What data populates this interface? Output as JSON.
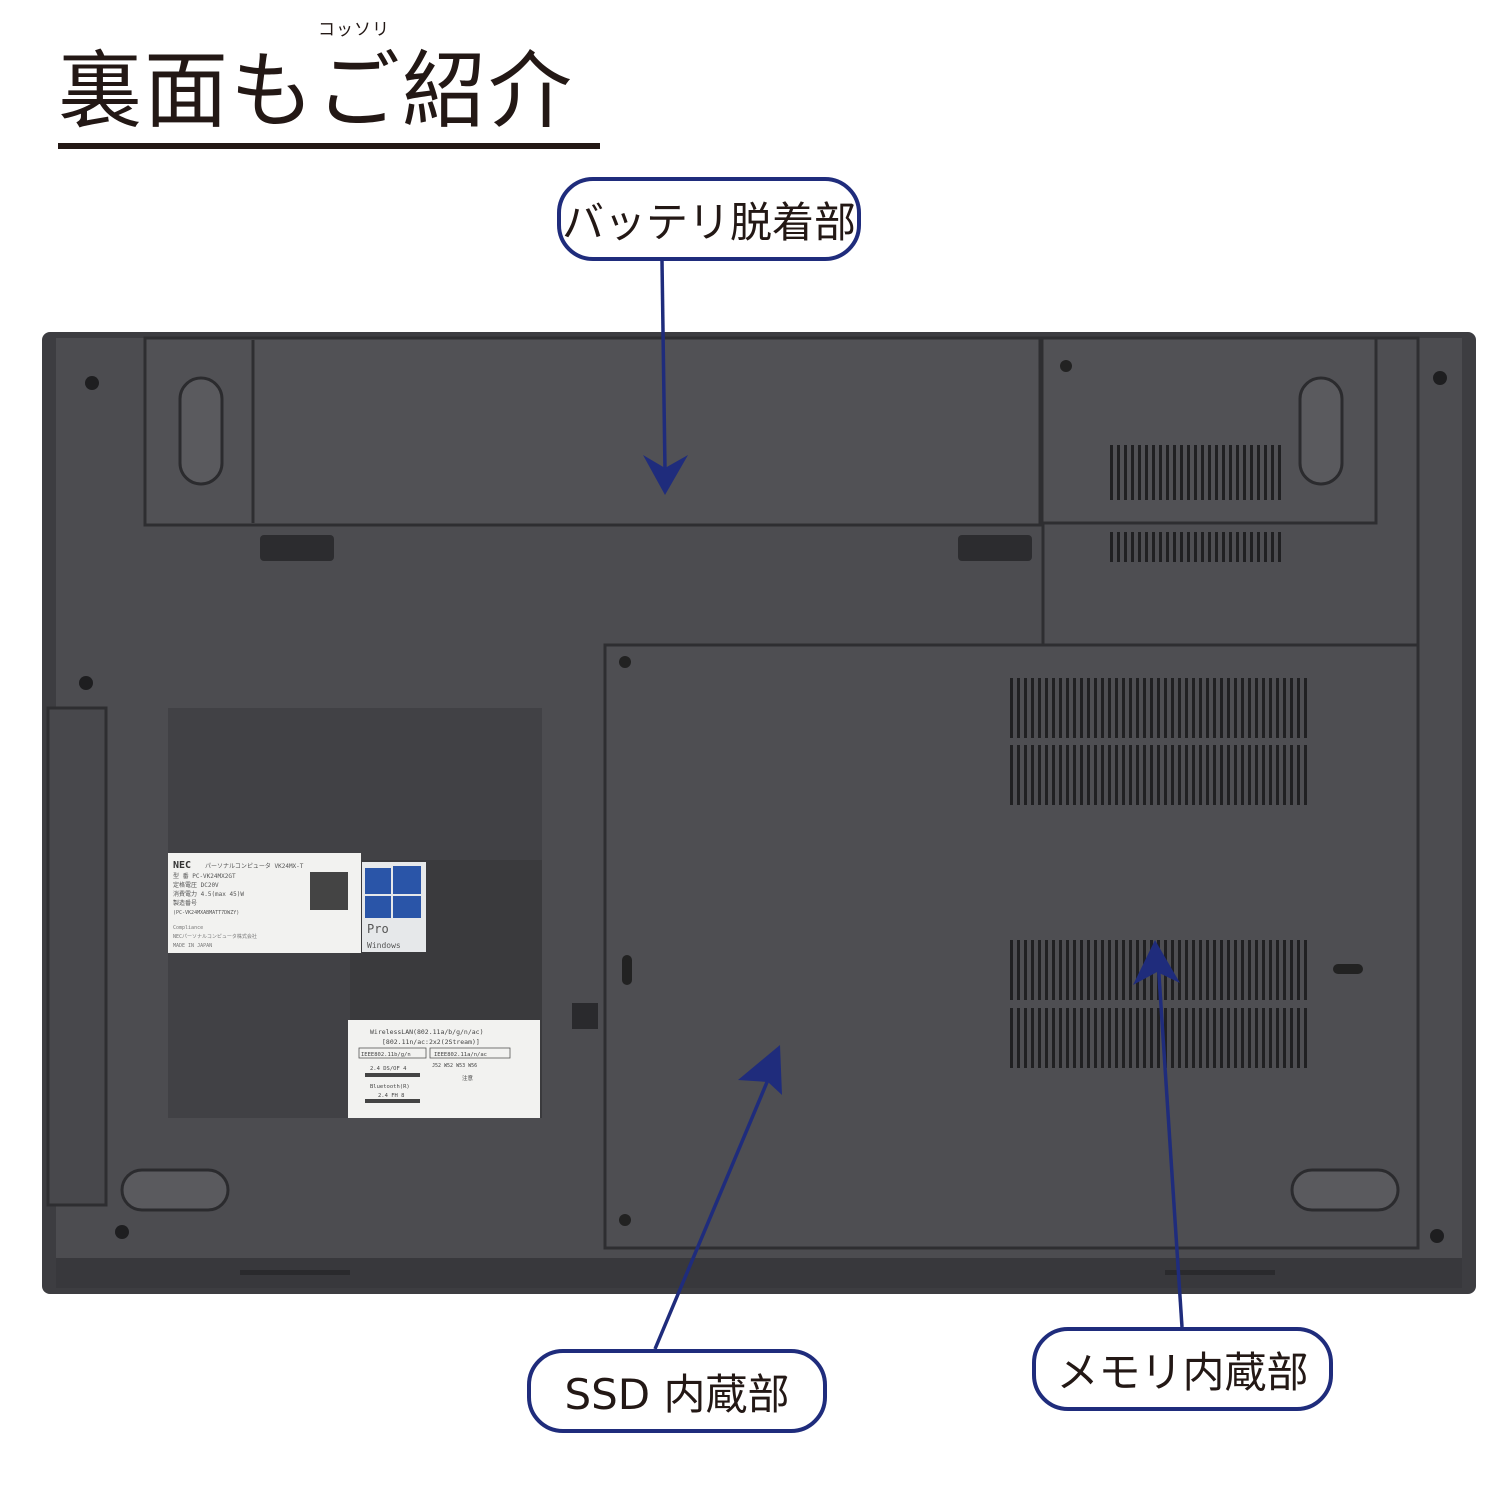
{
  "title": {
    "text": "裏面もご紹介",
    "ruby": "コッソリ"
  },
  "callouts": {
    "battery": "バッテリ脱着部",
    "ssd": "SSD 内蔵部",
    "memory": "メモリ内蔵部"
  },
  "colors": {
    "accent": "#1f2c7c",
    "body": "#4a4a4e",
    "title": "#231815"
  },
  "sticker_main": {
    "brand": "NEC",
    "line1": "パーソナルコンピュータ VK24MX-T",
    "line2": "型 番 PC-VK24MX2GT",
    "line3": "定格電圧 DC20V",
    "line4": "消費電力 4.5(max 45)W",
    "line5": "製造番号",
    "line6": "(PC-VK24MXABMATT7DWZY)",
    "line7": "Compliance",
    "line8": "NECパーソナルコンピュータ株式会社",
    "line9": "MADE IN JAPAN"
  },
  "windows_badge": {
    "line1": "Pro",
    "line2": "Windows"
  },
  "sticker_wlan": {
    "line1": "WirelessLAN(802.11a/b/g/n/ac)",
    "line2": "[802.11n/ac:2x2(2Stream)]",
    "cell1": "IEEE802.11b/g/n",
    "cell2": "IEEE802.11a/n/ac",
    "cell3": "2.4 DS/OF 4",
    "cell4": "J52 W52 W53 W56",
    "cell5": "Bluetooth(R)",
    "cell6": "2.4 FH 8",
    "note": "注意"
  }
}
